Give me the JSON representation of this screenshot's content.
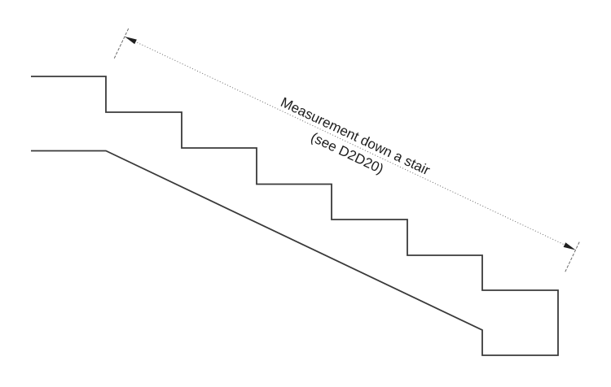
{
  "figure": {
    "description": "Stair section profile with diagonal dimension line",
    "dimension_label": {
      "line1": "Measurement down a stair",
      "line2": "(see D2D20)"
    }
  },
  "colors": {
    "stair_outline": "#3a3a3a",
    "dimension_line": "#6b6b6b",
    "arrowhead": "#1f1f1f",
    "label_text": "#1c1c1c",
    "background": "#ffffff"
  }
}
